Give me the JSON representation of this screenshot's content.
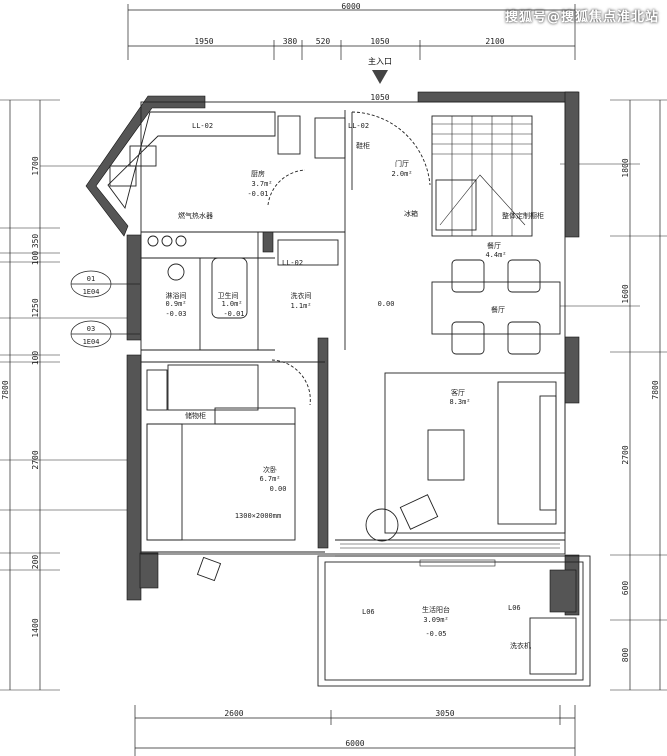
{
  "watermark": "搜狐号@搜狐焦点淮北站",
  "entrance": "主入口",
  "dims": {
    "top_total": "6000",
    "top": [
      "1950",
      "380",
      "520",
      "1050",
      "2100"
    ],
    "door_width": "1050",
    "left": [
      "1700",
      "350",
      "100",
      "1250",
      "100",
      "2700",
      "200",
      "1400"
    ],
    "left_total": "7800",
    "right": [
      "1800",
      "1600",
      "2700",
      "600",
      "800"
    ],
    "right_total": "7800",
    "bottom": [
      "2600",
      "3050"
    ],
    "bottom_total": "6000"
  },
  "rooms": {
    "kitchen": {
      "name": "厨房",
      "area": "3.7m²",
      "level": "-0.01"
    },
    "entry": {
      "name": "门厅",
      "area": "2.0m²"
    },
    "shower": {
      "name": "淋浴间",
      "area": "0.9m²",
      "level": "-0.03"
    },
    "toilet": {
      "name": "卫生间",
      "area": "1.0m²",
      "level": "-0.01"
    },
    "laundry": {
      "name": "洗衣间",
      "area": "1.1m²"
    },
    "dining": {
      "name": "餐厅",
      "area": "4.4m²",
      "label2": "餐厅"
    },
    "living": {
      "name": "客厅",
      "area": "8.3m²"
    },
    "bedroom": {
      "name": "次卧",
      "area": "6.7m²",
      "level": "0.00",
      "bed": "1300×2000mm"
    },
    "balcony": {
      "name": "生活阳台",
      "area": "3.09m²",
      "level": "-0.05"
    }
  },
  "level_main": "0.00",
  "tags": {
    "ll_kitchen": "LL-02",
    "ll_door": "LL-02",
    "ll_laundry": "LL-02",
    "l06a": "L06",
    "l06b": "L06"
  },
  "notes": {
    "shoe": "鞋柜",
    "fridge": "冰箱",
    "cabinet": "整体定制橱柜",
    "heater": "燃气热水器",
    "storage": "储物柜",
    "washer": "洗衣机"
  },
  "sections": [
    {
      "num": "01",
      "ref": "1E04"
    },
    {
      "num": "03",
      "ref": "1E04"
    }
  ]
}
